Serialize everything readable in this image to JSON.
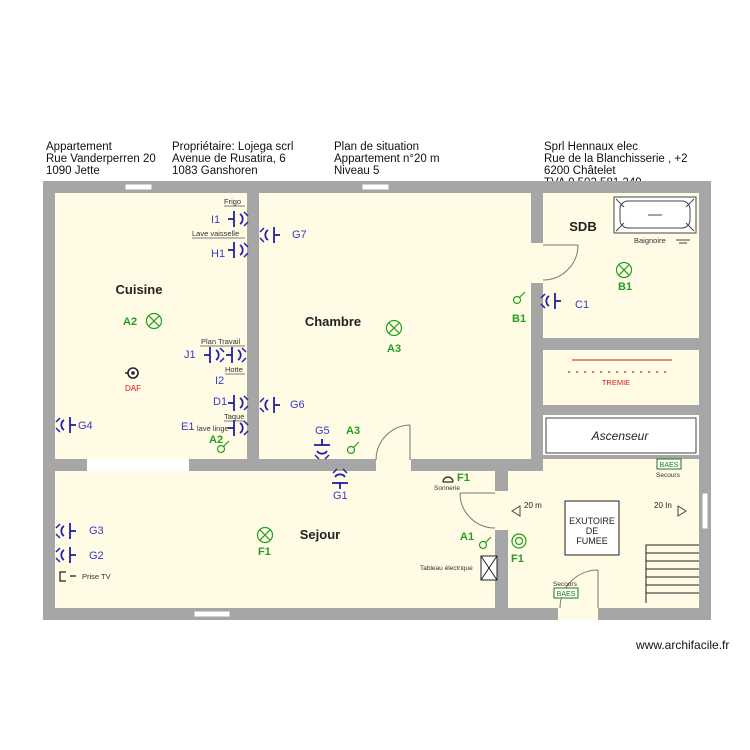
{
  "header": {
    "block1": [
      "Appartement",
      "Rue Vanderperren 20",
      "1090 Jette"
    ],
    "block2": [
      "Propriétaire: Lojega scrl",
      "Avenue de Rusatira, 6",
      "1083 Ganshoren"
    ],
    "block3": [
      "Plan de situation",
      "Appartement n°20 m",
      "Niveau 5"
    ],
    "block4": [
      "Sprl Hennaux elec",
      "Rue de la Blanchisserie , +2",
      "6200 Châtelet",
      "TVA 0 502 581 249"
    ]
  },
  "rooms": {
    "cuisine": "Cuisine",
    "chambre": "Chambre",
    "sdb": "SDB",
    "sejour": "Sejour",
    "ascenseur": "Ascenseur",
    "tremie": "TREMIE",
    "exutoire": [
      "EXUTOIRE",
      "DE",
      "FUMEE"
    ]
  },
  "labels": {
    "frigo": "Frigo",
    "lave_vaisselle": "Lave vaisselle",
    "plan_travail": "Plan Travail",
    "hotte": "Hotte",
    "taque": "Taque",
    "lave_linge": "lave linge",
    "baignoire": "Baignoire",
    "sonnerie": "Sonnerie",
    "tableau": "Tableau électrique",
    "prise_tv": "Prise TV",
    "secours_1": "Secours",
    "secours_2": "Secours",
    "baes_1": "BAES",
    "baes_2": "BAES",
    "daf": "DAF",
    "dim_20m": "20 m",
    "dim_20in": "20 In"
  },
  "codes": {
    "I1": "I1",
    "H1": "H1",
    "G7": "G7",
    "A2a": "A2",
    "J1": "J1",
    "I2": "I2",
    "D1": "D1",
    "G6": "G6",
    "E1": "E1",
    "A2b": "A2",
    "G4": "G4",
    "A3a": "A3",
    "G5": "G5",
    "A3b": "A3",
    "G1": "G1",
    "B1a": "B1",
    "B1b": "B1",
    "C1": "C1",
    "F1a": "F1",
    "F1b": "F1",
    "F1c": "F1",
    "A1": "A1",
    "G3": "G3",
    "G2": "G2"
  },
  "colors": {
    "wall": "#a6a6a6",
    "floor": "#fffbe5",
    "symbol_blue": "#1f1fb0",
    "code_blue": "#3a3ac8",
    "code_green": "#22a022",
    "daf_red": "#d01c1c",
    "baes_green": "#1c7a1c"
  },
  "watermark": "www.archifacile.fr"
}
